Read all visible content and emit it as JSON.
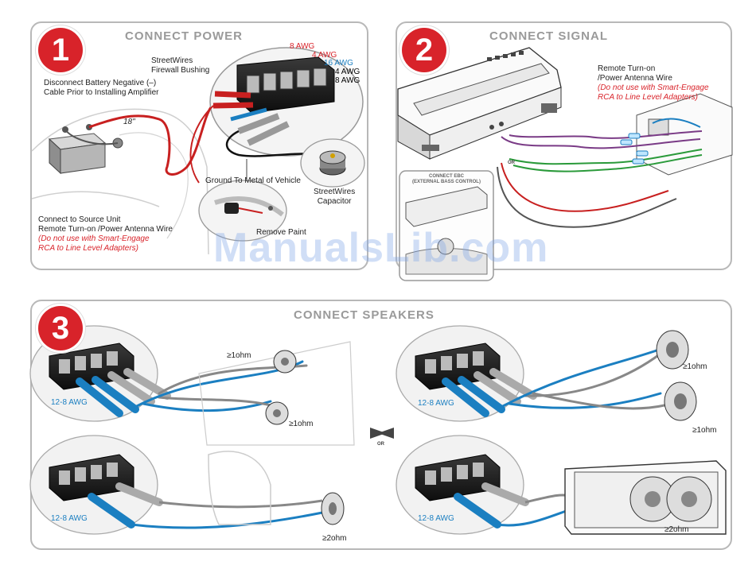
{
  "panel1": {
    "step": "1",
    "title": "CONNECT POWER",
    "labels": {
      "disconnect_line1": "Disconnect Battery Negative (–)",
      "disconnect_line2": "Cable Prior to Installing Amplifier",
      "bushing_line1": "StreetWires",
      "bushing_line2": "Firewall Bushing",
      "ground": "Ground To Metal of Vehicle",
      "capacitor_line1": "StreetWires",
      "capacitor_line2": "Capacitor",
      "source_line1": "Connect to Source Unit",
      "source_line2": "Remote Turn-on /Power Antenna Wire",
      "warning_line1": "(Do not use with Smart-Engage",
      "warning_line2": "RCA to Line Level Adapters)",
      "remove_paint": "Remove Paint",
      "length": "18\""
    },
    "awg": [
      "8 AWG",
      "4 AWG",
      "16 AWG",
      "4 AWG",
      "8 AWG"
    ]
  },
  "panel2": {
    "step": "2",
    "title": "CONNECT SIGNAL",
    "labels": {
      "remote_line1": "Remote Turn-on",
      "remote_line2": "/Power Antenna Wire",
      "warning_line1": "(Do not use with Smart-Engage",
      "warning_line2": "RCA to Line Level Adapters)",
      "ebc_line1": "CONNECT EBC",
      "ebc_line2": "(EXTERNAL BASS CONTROL)",
      "or": "OR"
    }
  },
  "panel3": {
    "step": "3",
    "title": "CONNECT SPEAKERS",
    "labels": {
      "awg_tl": "12-8 AWG",
      "awg_bl": "12-8 AWG",
      "awg_tr": "12-8 AWG",
      "awg_br": "12-8 AWG",
      "ohm_tl1": "≥1ohm",
      "ohm_tl2": "≥1ohm",
      "ohm_bl": "≥2ohm",
      "ohm_tr1": "≥1ohm",
      "ohm_tr2": "≥1ohm",
      "ohm_br": "≥2ohm",
      "or": "OR"
    }
  },
  "watermark": "ManualsLib.com",
  "colors": {
    "accent_red": "#d8232a",
    "wire_blue": "#1b7fc1",
    "panel_border": "#b8b8b8",
    "title_gray": "#9a9a9a"
  }
}
